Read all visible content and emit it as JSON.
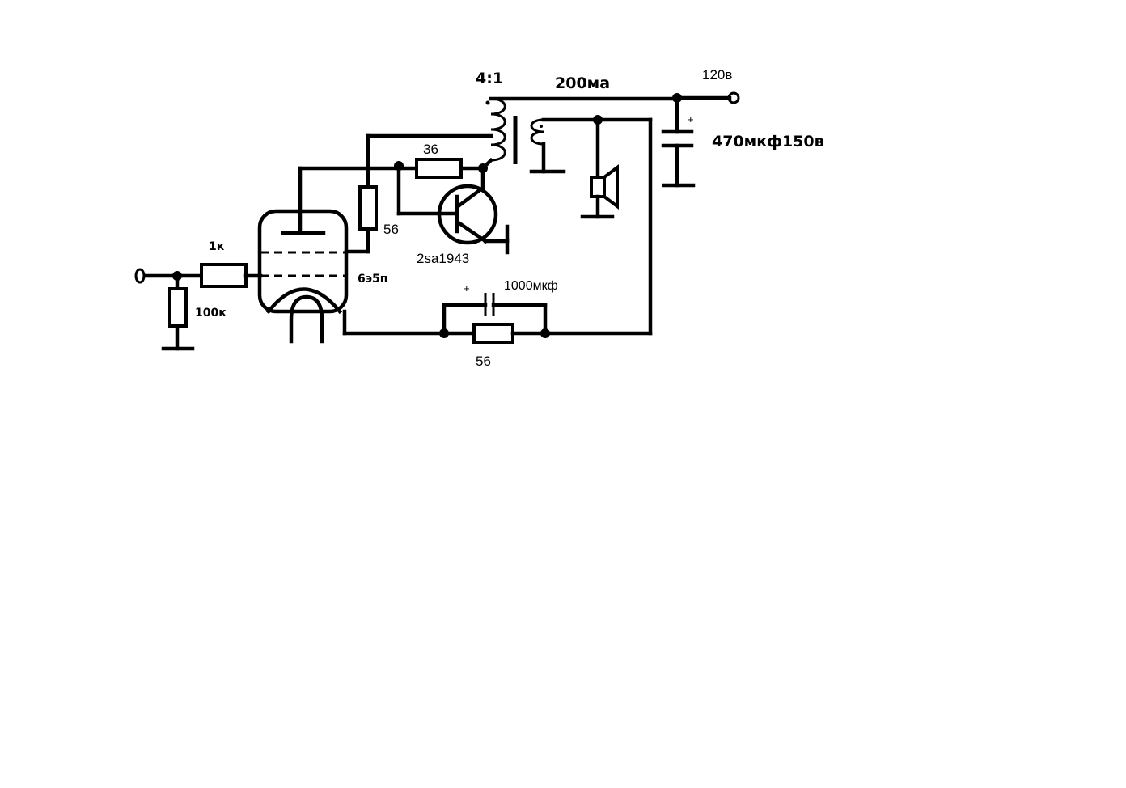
{
  "labels": {
    "ratio": "4:1",
    "current": "200ма",
    "supply": "120в",
    "cap_main": "470мкф150в",
    "r_36": "36",
    "r_56_grid": "56",
    "transistor": "2sa1943",
    "tube": "6э5п",
    "r_1k": "1к",
    "r_100k": "100к",
    "cap_cathode": "1000мкф",
    "r_56_cathode": "56",
    "plus_main": "+",
    "plus_cathode": "+"
  }
}
